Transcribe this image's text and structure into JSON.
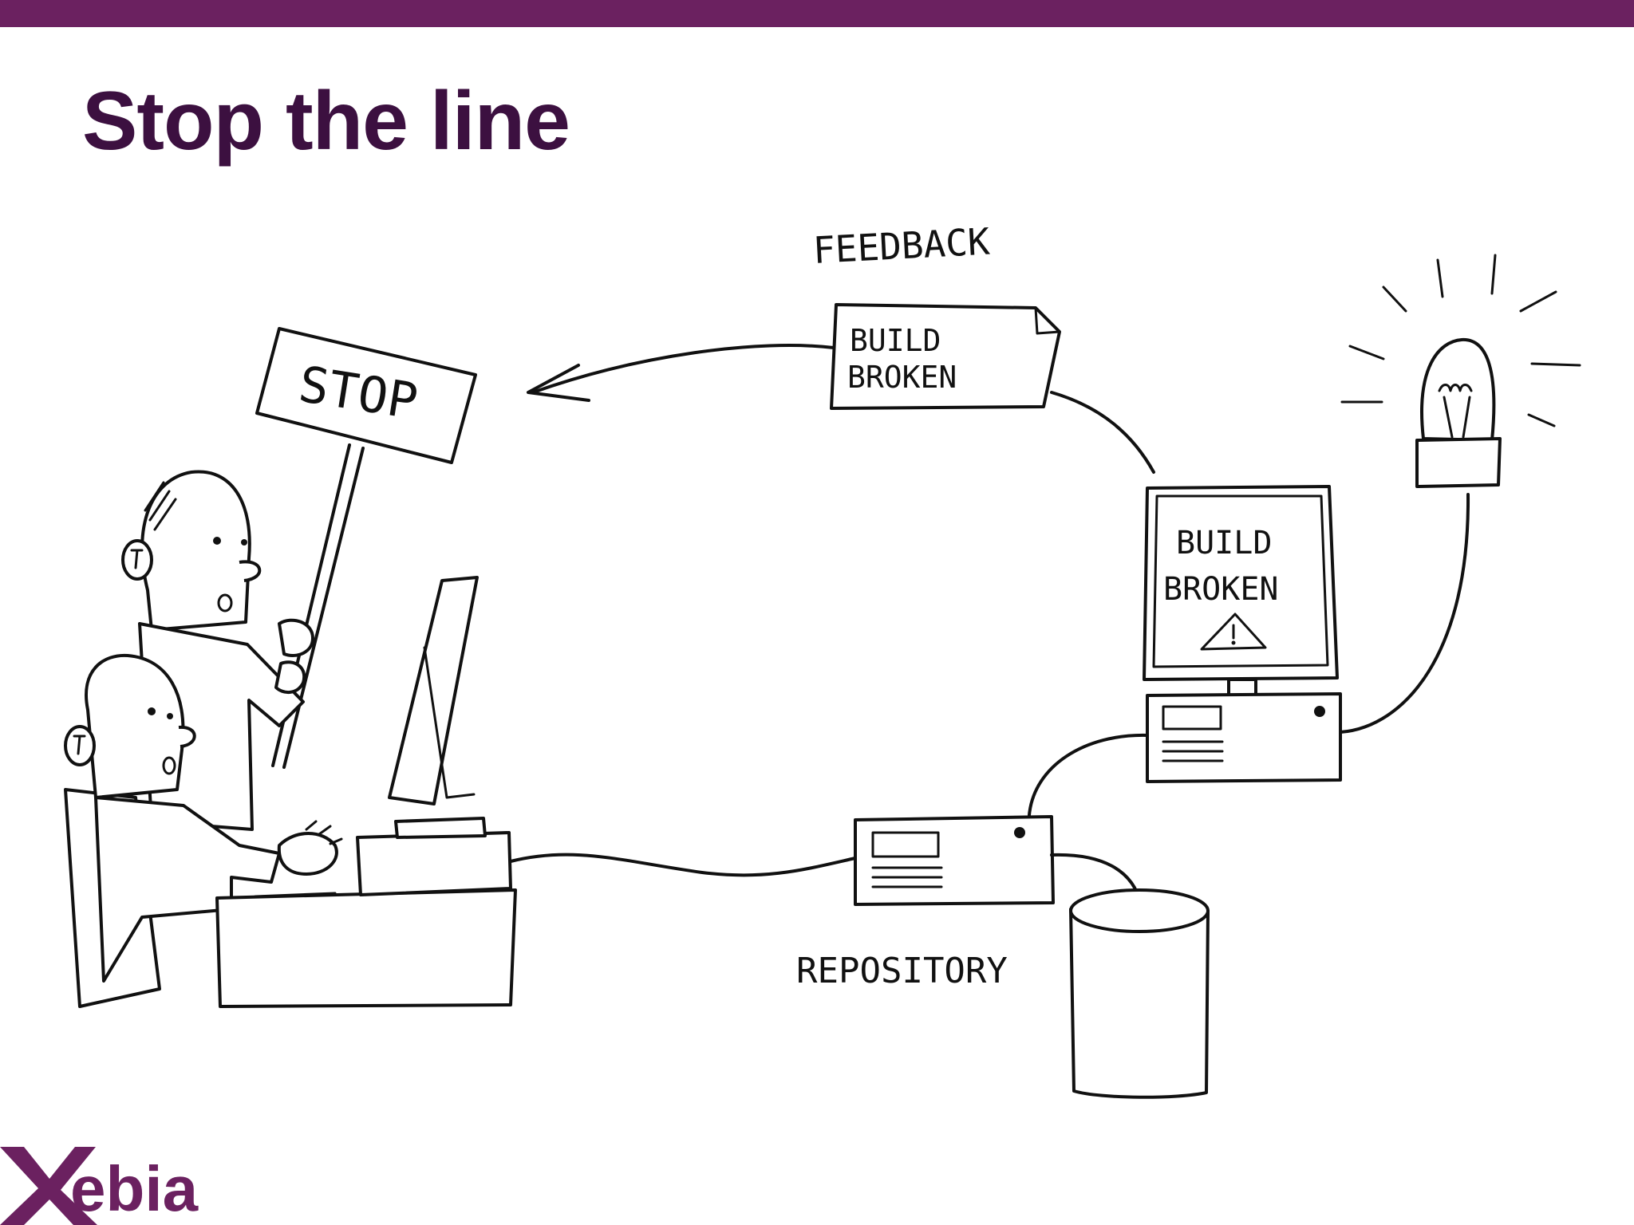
{
  "slide": {
    "title": "Stop the line"
  },
  "diagram": {
    "stop_sign_text": "STOP",
    "feedback_label": "FEEDBACK",
    "note_text_line1": "BUILD",
    "note_text_line2": "BROKEN",
    "server_screen_line1": "BUILD",
    "server_screen_line2": "BROKEN",
    "repository_label": "REPOSITORY"
  },
  "logo": {
    "text": "Xebia",
    "brand_color": "#6b2160"
  },
  "colors": {
    "accent": "#6b2160",
    "title": "#3c1040",
    "ink": "#111111"
  }
}
